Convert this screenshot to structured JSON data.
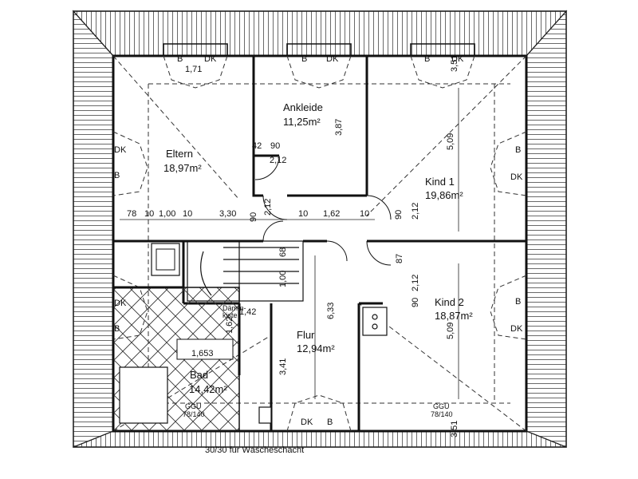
{
  "rooms": {
    "eltern": {
      "name": "Eltern",
      "area": "18,97m²"
    },
    "ankleide": {
      "name": "Ankleide",
      "area": "11,25m²"
    },
    "kind1": {
      "name": "Kind 1",
      "area": "19,86m²"
    },
    "kind2": {
      "name": "Kind 2",
      "area": "18,87m²"
    },
    "flur": {
      "name": "Flur",
      "area": "12,94m²"
    },
    "bad": {
      "name": "Bad",
      "area": "14,42m²"
    }
  },
  "windows": {
    "b": "B",
    "dk": "DK"
  },
  "dimensions": {
    "top_171": "1,71",
    "d_387": "3,87",
    "d_509_top": "5,09",
    "d_509_bottom": "5,09",
    "d_90_a": "90",
    "d_212_a": "2,12",
    "d_42": "42",
    "row_78": "78",
    "row_10a": "10",
    "row_100": "1,00",
    "row_10b": "10",
    "row_330": "3,30",
    "row_90": "90",
    "row_10c": "10",
    "row_162": "1,62",
    "row_10d": "10",
    "d_212_b": "2,12",
    "d_212_c": "2,12",
    "d_90_b": "90",
    "d_87": "87",
    "d_68": "68",
    "d_100": "1,00",
    "d_633": "6,33",
    "d_142": "1,42",
    "d_162": "1,62",
    "d_1653": "1,653",
    "d_341": "3,41",
    "d_212_d": "2,12",
    "d_90_c": "90",
    "d_351": "3,51",
    "d_351b": "3,51"
  },
  "notes": {
    "ggu_left": "GGU",
    "ggu_left_size": "78/140",
    "ggu_right": "GGU",
    "ggu_right_size": "78/140",
    "daemmung": "Dämm-kiste",
    "shaft": "30/30 für Wäscheschacht"
  }
}
